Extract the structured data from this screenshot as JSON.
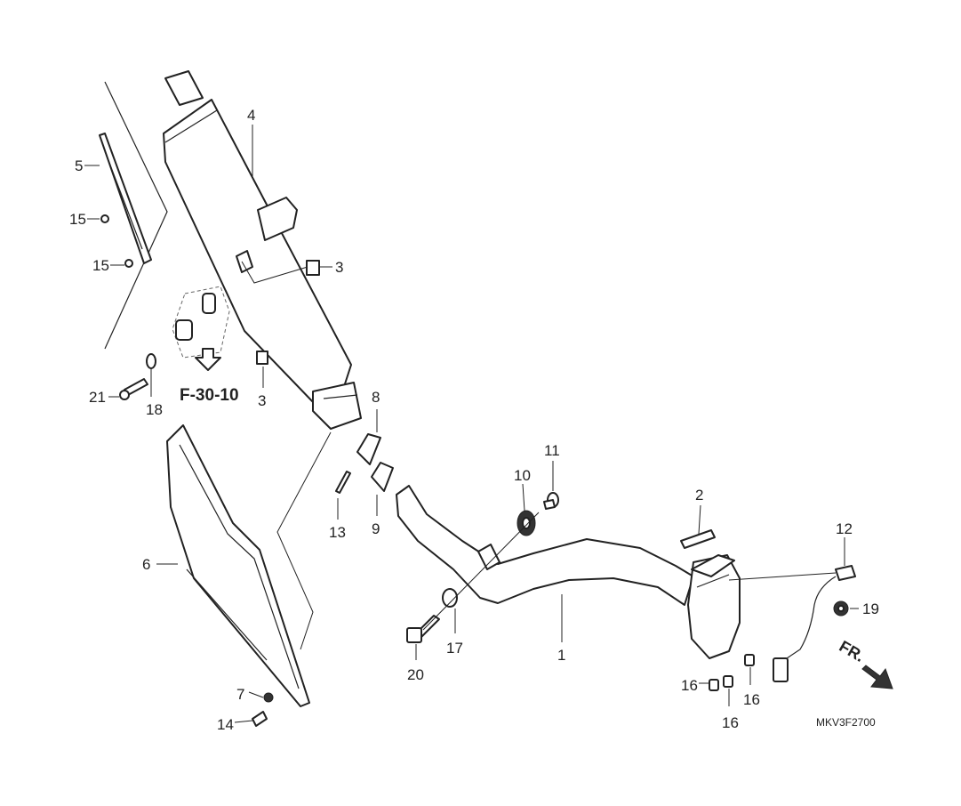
{
  "callouts": {
    "c1": "1",
    "c2": "2",
    "c3a": "3",
    "c3b": "3",
    "c4": "4",
    "c5": "5",
    "c6": "6",
    "c7": "7",
    "c8": "8",
    "c9": "9",
    "c10": "10",
    "c11": "11",
    "c12": "12",
    "c13": "13",
    "c14": "14",
    "c15a": "15",
    "c15b": "15",
    "c16a": "16",
    "c16b": "16",
    "c16c": "16",
    "c17": "17",
    "c18": "18",
    "c19": "19",
    "c20": "20",
    "c21": "21"
  },
  "reference": "F-30-10",
  "front_indicator": "FR.",
  "diagram_code": "MKV3F2700"
}
